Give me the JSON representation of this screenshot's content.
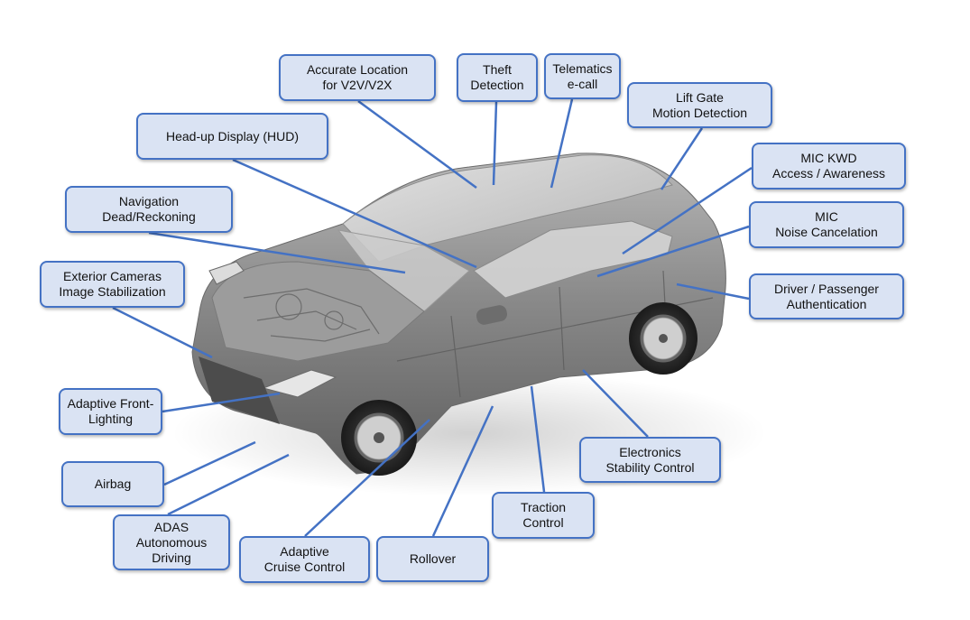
{
  "colors": {
    "box_fill": "#dae3f3",
    "box_border": "#4472c4",
    "leader_line": "#4472c4",
    "car_body": "#7a7a7a"
  },
  "figure": {
    "image": "car-cutaway-grayscale"
  },
  "features": {
    "accurate_location": "Accurate Location\nfor V2V/V2X",
    "theft_detection": "Theft\nDetection",
    "telematics": "Telematics\ne-call",
    "lift_gate": "Lift Gate\nMotion Detection",
    "hud": "Head-up Display (HUD)",
    "mic_kwd": "MIC KWD\nAccess / Awareness",
    "navigation": "Navigation\nDead/Reckoning",
    "mic_noise": "MIC\nNoise Cancelation",
    "exterior_cameras": "Exterior Cameras\nImage Stabilization",
    "driver_auth": "Driver / Passenger\nAuthentication",
    "front_lighting": "Adaptive Front-\nLighting",
    "electronics_stability": "Electronics\nStability Control",
    "airbag": "Airbag",
    "traction": "Traction\nControl",
    "adas": "ADAS\nAutonomous\nDriving",
    "cruise": "Adaptive\nCruise Control",
    "rollover": "Rollover"
  }
}
